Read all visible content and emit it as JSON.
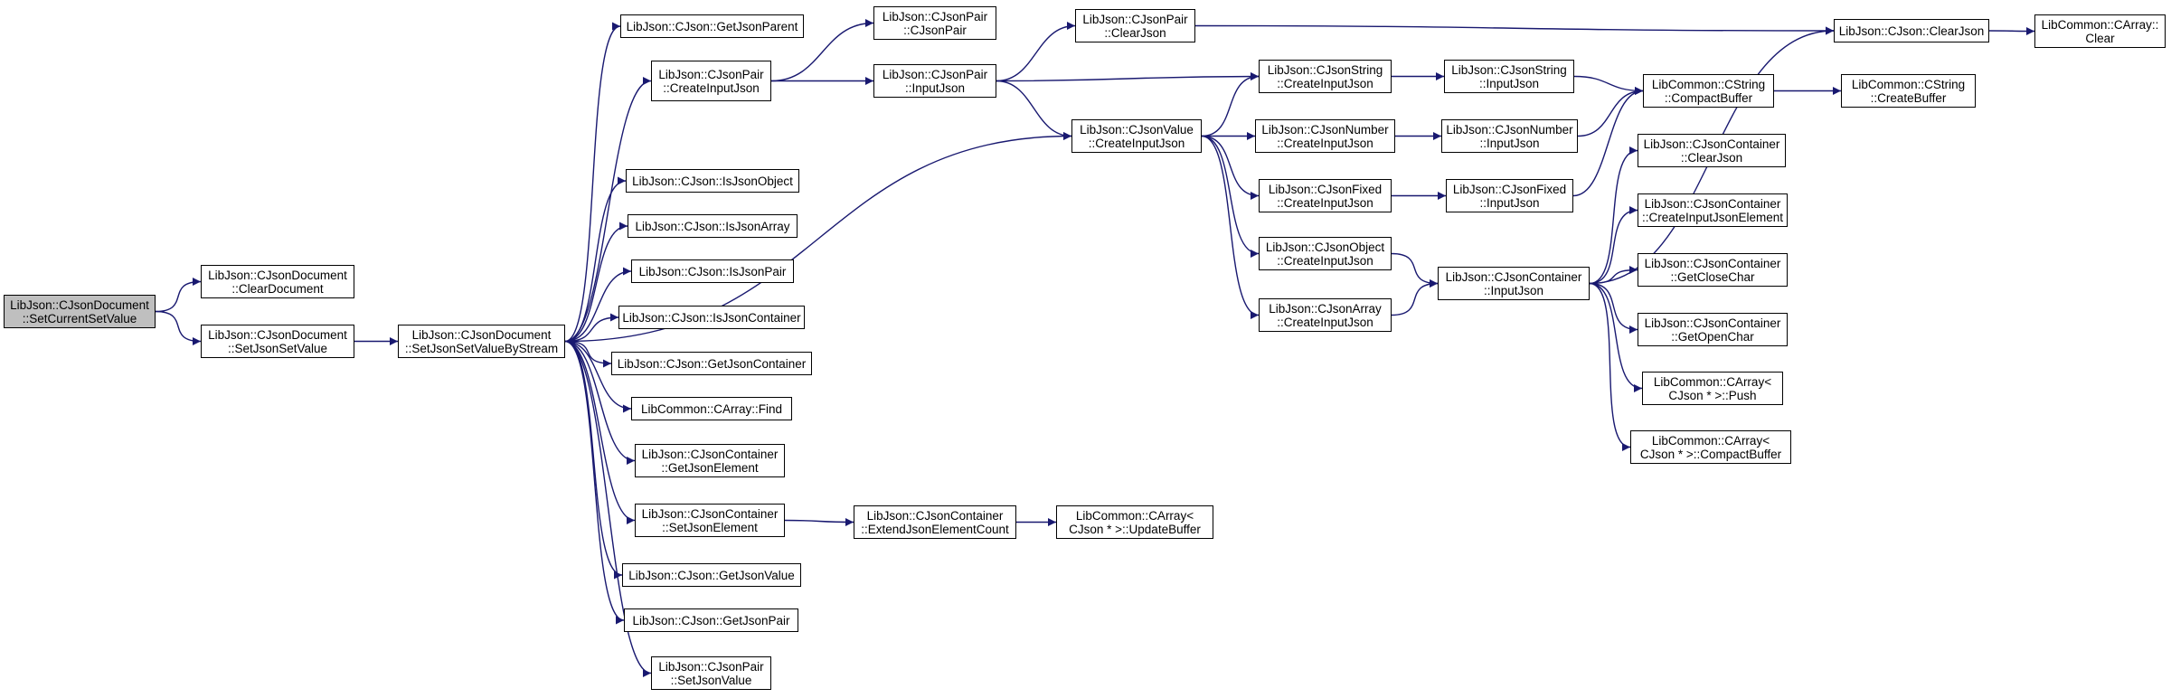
{
  "colors": {
    "edge": "#191970",
    "root_fill": "#bfbfbf",
    "node_border": "#000000"
  },
  "nodes": [
    {
      "id": "root",
      "text": "LibJson::CJsonDocument\n::SetCurrentSetValue",
      "root": true
    },
    {
      "id": "n1",
      "text": "LibJson::CJsonDocument\n::ClearDocument"
    },
    {
      "id": "n2",
      "text": "LibJson::CJsonDocument\n::SetJsonSetValue"
    },
    {
      "id": "n3",
      "text": "LibJson::CJsonDocument\n::SetJsonSetValueByStream"
    },
    {
      "id": "n4",
      "text": "LibJson::CJson::GetJsonParent"
    },
    {
      "id": "n5",
      "text": "LibJson::CJsonPair\n::CreateInputJson"
    },
    {
      "id": "n6",
      "text": "LibJson::CJson::IsJsonObject"
    },
    {
      "id": "n7",
      "text": "LibJson::CJson::IsJsonArray"
    },
    {
      "id": "n8",
      "text": "LibJson::CJson::IsJsonPair"
    },
    {
      "id": "n9",
      "text": "LibJson::CJson::IsJsonContainer"
    },
    {
      "id": "n10",
      "text": "LibJson::CJson::GetJsonContainer"
    },
    {
      "id": "n11",
      "text": "LibCommon::CArray::Find"
    },
    {
      "id": "n12",
      "text": "LibJson::CJsonContainer\n::GetJsonElement"
    },
    {
      "id": "n13",
      "text": "LibJson::CJsonContainer\n::SetJsonElement"
    },
    {
      "id": "n14",
      "text": "LibJson::CJson::GetJsonValue"
    },
    {
      "id": "n15",
      "text": "LibJson::CJson::GetJsonPair"
    },
    {
      "id": "n16",
      "text": "LibJson::CJsonPair\n::SetJsonValue"
    },
    {
      "id": "n17",
      "text": "LibJson::CJsonPair\n::CJsonPair"
    },
    {
      "id": "n18",
      "text": "LibJson::CJsonPair\n::InputJson"
    },
    {
      "id": "n19",
      "text": "LibJson::CJsonContainer\n::ExtendJsonElementCount"
    },
    {
      "id": "n20",
      "text": "LibJson::CJsonPair\n::ClearJson"
    },
    {
      "id": "n21",
      "text": "LibJson::CJsonValue\n::CreateInputJson"
    },
    {
      "id": "n22",
      "text": "LibCommon::CArray<\nCJson * >::UpdateBuffer"
    },
    {
      "id": "n23",
      "text": "LibJson::CJsonString\n::CreateInputJson"
    },
    {
      "id": "n24",
      "text": "LibJson::CJsonNumber\n::CreateInputJson"
    },
    {
      "id": "n25",
      "text": "LibJson::CJsonFixed\n::CreateInputJson"
    },
    {
      "id": "n26",
      "text": "LibJson::CJsonObject\n::CreateInputJson"
    },
    {
      "id": "n27",
      "text": "LibJson::CJsonArray\n::CreateInputJson"
    },
    {
      "id": "n28",
      "text": "LibJson::CJsonString\n::InputJson"
    },
    {
      "id": "n29",
      "text": "LibJson::CJsonNumber\n::InputJson"
    },
    {
      "id": "n30",
      "text": "LibJson::CJsonFixed\n::InputJson"
    },
    {
      "id": "n31",
      "text": "LibJson::CJsonContainer\n::InputJson"
    },
    {
      "id": "n32",
      "text": "LibJson::CJson::ClearJson"
    },
    {
      "id": "n33",
      "text": "LibCommon::CString\n::CompactBuffer"
    },
    {
      "id": "n34",
      "text": "LibJson::CJsonContainer\n::ClearJson"
    },
    {
      "id": "n35",
      "text": "LibJson::CJsonContainer\n::CreateInputJsonElement"
    },
    {
      "id": "n36",
      "text": "LibJson::CJsonContainer\n::GetCloseChar"
    },
    {
      "id": "n37",
      "text": "LibJson::CJsonContainer\n::GetOpenChar"
    },
    {
      "id": "n38",
      "text": "LibCommon::CArray<\nCJson * >::Push"
    },
    {
      "id": "n39",
      "text": "LibCommon::CArray<\nCJson * >::CompactBuffer"
    },
    {
      "id": "n40",
      "text": "LibCommon::CArray::\nClear"
    },
    {
      "id": "n41",
      "text": "LibCommon::CString\n::CreateBuffer"
    }
  ],
  "edges": [
    [
      "root",
      "n1"
    ],
    [
      "root",
      "n2"
    ],
    [
      "n2",
      "n3"
    ],
    [
      "n3",
      "n4"
    ],
    [
      "n3",
      "n5"
    ],
    [
      "n3",
      "n21"
    ],
    [
      "n3",
      "n6"
    ],
    [
      "n3",
      "n7"
    ],
    [
      "n3",
      "n8"
    ],
    [
      "n3",
      "n9"
    ],
    [
      "n3",
      "n10"
    ],
    [
      "n3",
      "n11"
    ],
    [
      "n3",
      "n12"
    ],
    [
      "n3",
      "n13"
    ],
    [
      "n3",
      "n14"
    ],
    [
      "n3",
      "n15"
    ],
    [
      "n3",
      "n16"
    ],
    [
      "n5",
      "n17"
    ],
    [
      "n5",
      "n18"
    ],
    [
      "n18",
      "n20"
    ],
    [
      "n18",
      "n23"
    ],
    [
      "n18",
      "n21"
    ],
    [
      "n20",
      "n32"
    ],
    [
      "n13",
      "n19"
    ],
    [
      "n19",
      "n22"
    ],
    [
      "n21",
      "n23"
    ],
    [
      "n21",
      "n24"
    ],
    [
      "n21",
      "n25"
    ],
    [
      "n21",
      "n26"
    ],
    [
      "n21",
      "n27"
    ],
    [
      "n23",
      "n28"
    ],
    [
      "n24",
      "n29"
    ],
    [
      "n25",
      "n30"
    ],
    [
      "n26",
      "n31"
    ],
    [
      "n27",
      "n31"
    ],
    [
      "n28",
      "n33"
    ],
    [
      "n29",
      "n33"
    ],
    [
      "n30",
      "n33"
    ],
    [
      "n31",
      "n32"
    ],
    [
      "n31",
      "n34"
    ],
    [
      "n31",
      "n35"
    ],
    [
      "n31",
      "n36"
    ],
    [
      "n31",
      "n37"
    ],
    [
      "n31",
      "n38"
    ],
    [
      "n31",
      "n39"
    ],
    [
      "n32",
      "n40"
    ],
    [
      "n33",
      "n41"
    ]
  ]
}
